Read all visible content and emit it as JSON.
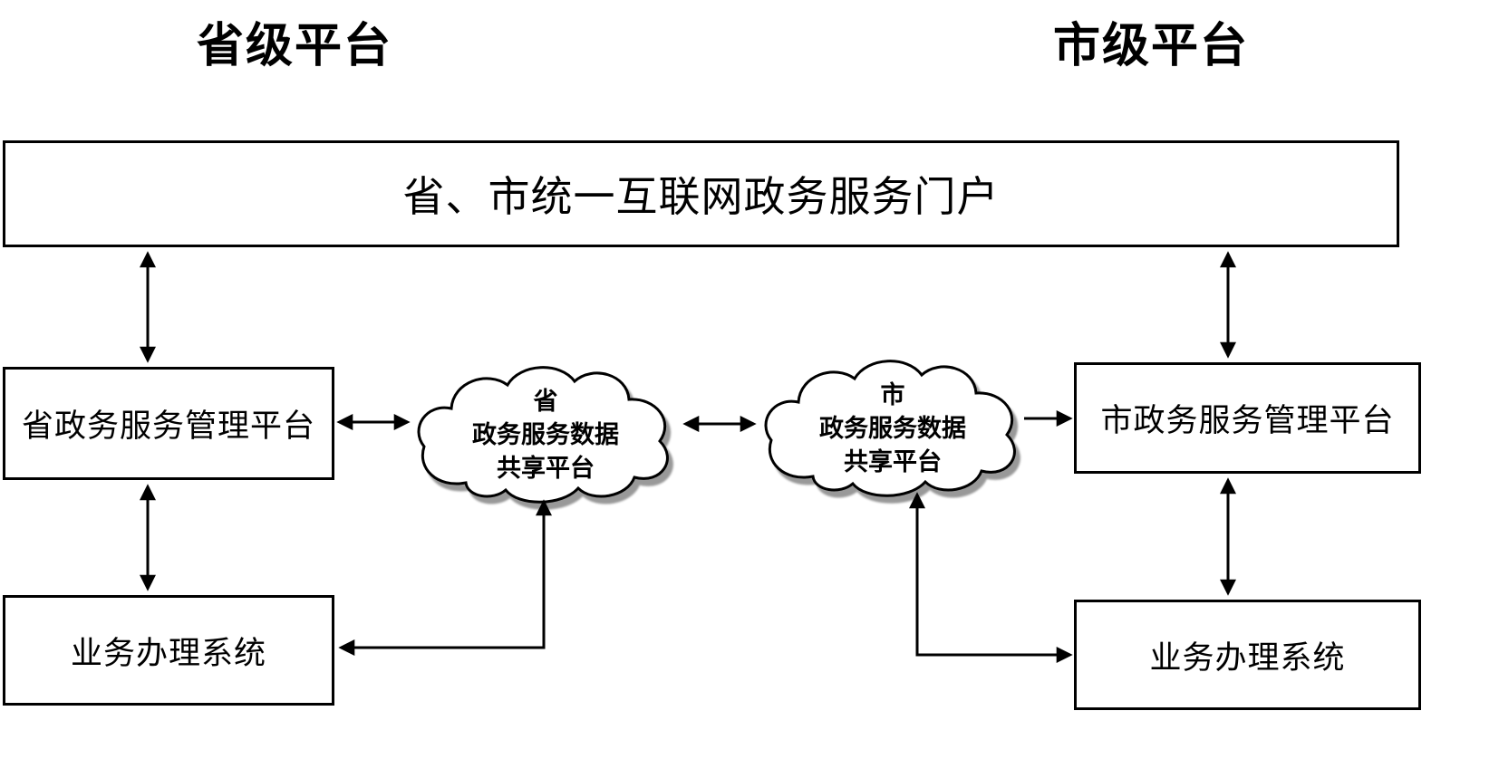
{
  "diagram": {
    "titles": {
      "left": "省级平台",
      "right": "市级平台"
    },
    "portal": {
      "label": "省、市统一互联网政务服务门户"
    },
    "left_column": {
      "management": "省政务服务管理平台",
      "business": "业务办理系统"
    },
    "right_column": {
      "management": "市政务服务管理平台",
      "business": "业务办理系统"
    },
    "clouds": {
      "province": {
        "line1": "省",
        "line2": "政务服务数据",
        "line3": "共享平台"
      },
      "city": {
        "line1": "市",
        "line2": "政务服务数据",
        "line3": "共享平台"
      }
    },
    "colors": {
      "stroke": "#000000",
      "fill": "#ffffff",
      "cloud_shadow": "#999999",
      "background": "#ffffff"
    }
  }
}
